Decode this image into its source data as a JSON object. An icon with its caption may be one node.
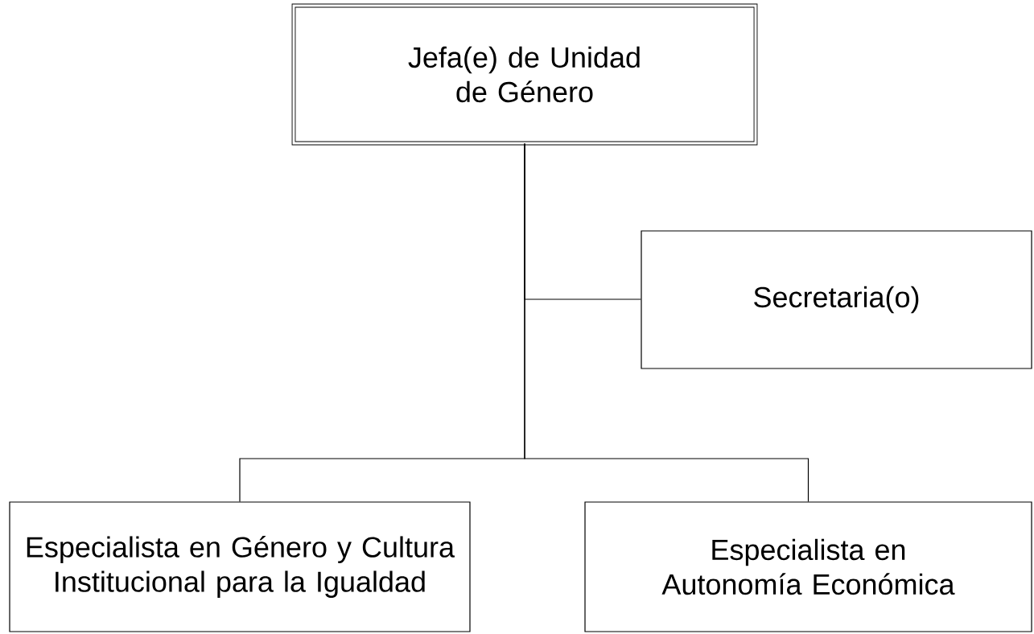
{
  "diagram": {
    "nodes": [
      {
        "text": [
          "Jefa(e) de Unidad de Género"
        ]
      },
      {
        "text": [
          "Secretaria(o)"
        ]
      },
      {
        "text": [
          "Especialista en Género y Cultura Institucional para la Igualdad"
        ]
      },
      {
        "text": [
          "Especialista en Autonomía Económica"
        ]
      }
    ],
    "edges": [
      {
        "from": 0,
        "to": 1,
        "arrow": "none"
      },
      {
        "from": 0,
        "to": 2,
        "arrow": "none"
      },
      {
        "from": 0,
        "to": 3,
        "arrow": "none"
      }
    ]
  }
}
